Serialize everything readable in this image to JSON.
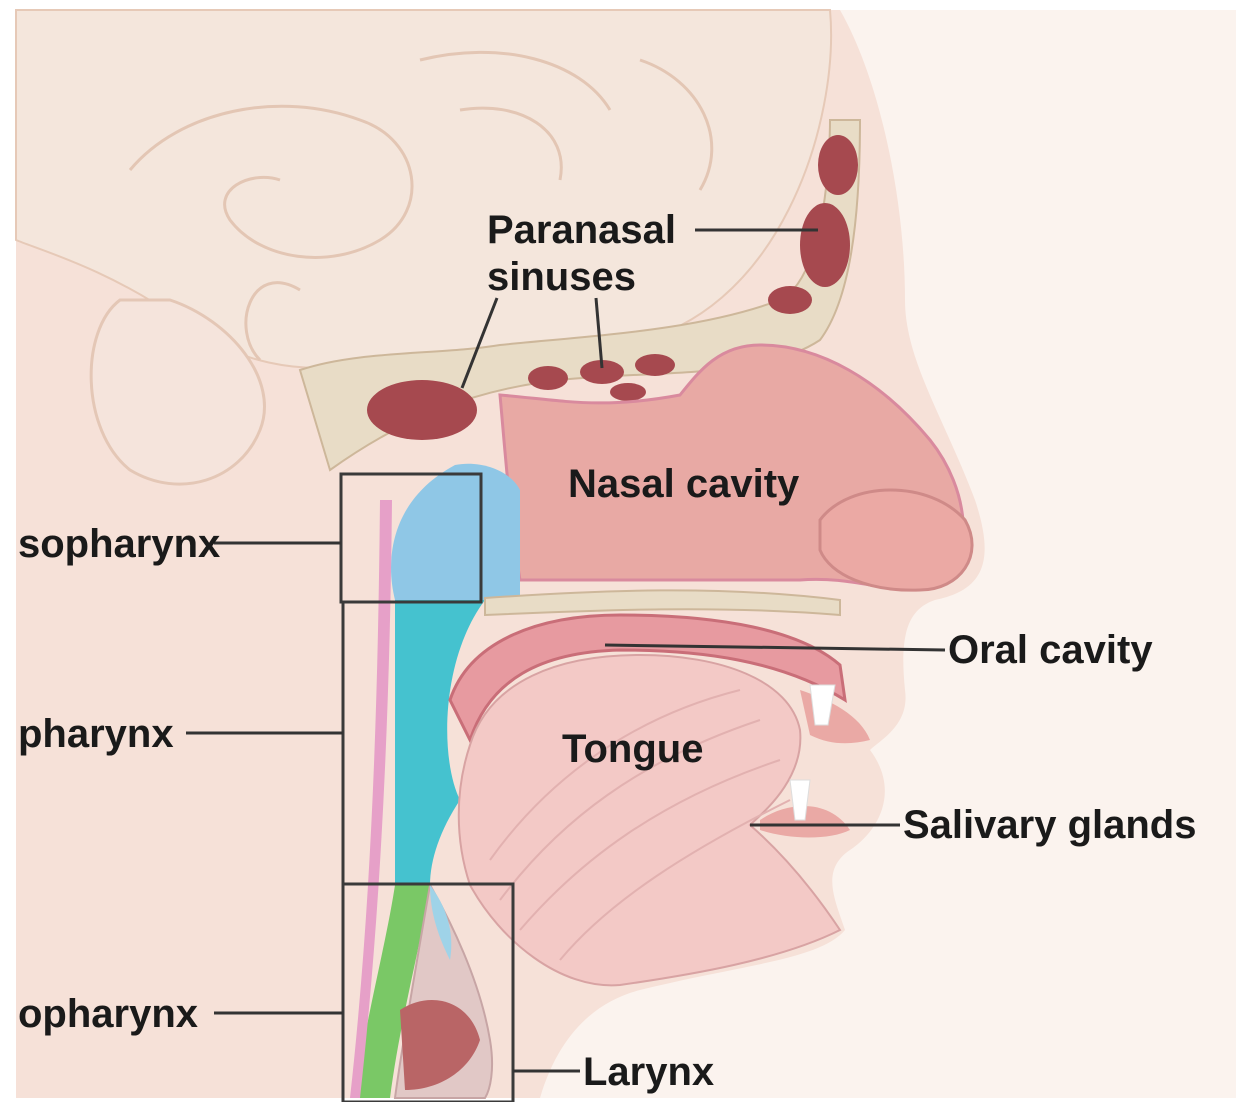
{
  "labels": {
    "paranasal_line1": "Paranasal",
    "paranasal_line2": "sinuses",
    "nasal_cavity": "Nasal cavity",
    "nasopharynx": "sopharynx",
    "oral_cavity": "Oral cavity",
    "oropharynx": "pharynx",
    "tongue": "Tongue",
    "salivary_glands": "Salivary glands",
    "hypopharynx": "opharynx",
    "larynx": "Larynx"
  },
  "colors": {
    "background": "#ffffff",
    "skin": "#f6e1d8",
    "brain": "#f4e6dc",
    "bone": "#e8dcc6",
    "sinus": "#a6494f",
    "nasal_cavity": "#e8a9a4",
    "nasopharynx_region": "#8fc7e6",
    "oropharynx_region": "#45c2cf",
    "hypopharynx_region": "#7ac866",
    "tongue": "#f3c9c6",
    "leader_lines": "#333333"
  },
  "icons": [
    "head-neck-cross-section-illustration"
  ]
}
